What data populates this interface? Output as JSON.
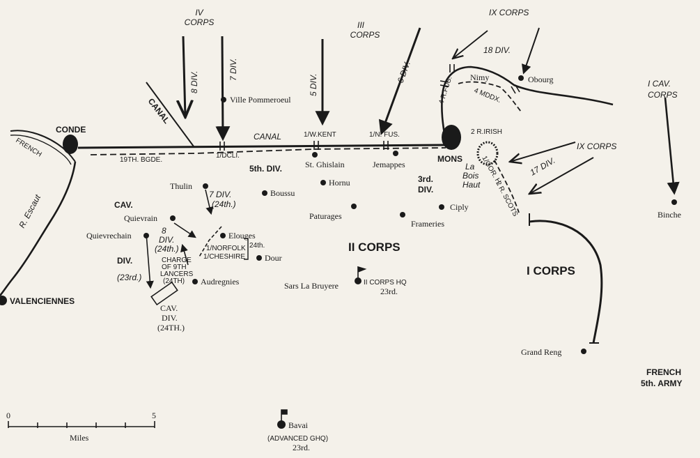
{
  "towns": {
    "conde": "CONDE",
    "valenciennes": "VALENCIENNES",
    "mons": "MONS",
    "obourg": "Obourg",
    "nimy": "Nimy",
    "ville_pommeroeul": "Ville Pommeroeul",
    "st_ghislain": "St. Ghislain",
    "jemappes": "Jemappes",
    "hornu": "Hornu",
    "boussu": "Boussu",
    "thulin": "Thulin",
    "quievrain": "Quievrain",
    "quievrechain": "Quievrechain",
    "elouges": "Elouges",
    "dour": "Dour",
    "audregnies": "Audregnies",
    "paturages": "Paturages",
    "frameries": "Frameries",
    "ciply": "Ciply",
    "sars": "Sars La Bruyere",
    "binche": "Binche",
    "grand_reng": "Grand Reng",
    "bavai": "Bavai"
  },
  "features": {
    "canal_west": "CANAL",
    "canal_main": "CANAL",
    "r_escaut": "R. Escaut",
    "french_border": "FRENCH",
    "bois_la": "La",
    "bois_bois": "Bois",
    "bois_haut": "Haut"
  },
  "formations": {
    "iv_num": "IV",
    "iv_word": "CORPS",
    "iii_num": "III",
    "iii_word": "CORPS",
    "ix_top_a": "IX CORPS",
    "ix_right": "IX CORPS",
    "i_cav_a": "I CAV.",
    "i_cav_b": "CORPS",
    "div8": "8 DIV.",
    "div7": "7 DIV.",
    "div5": "5 DIV.",
    "div6": "6 DIV.",
    "div18": "18 DIV.",
    "div17": "17 DIV.",
    "ii_corps": "II CORPS",
    "i_corps": "I CORPS",
    "fifth_div_a": "5th. DIV.",
    "third_div_a": "3rd.",
    "third_div_b": "DIV.",
    "cav_a": "CAV.",
    "div_left": "DIV.",
    "date_23_left": "(23rd.)",
    "cav_box_a": "CAV.",
    "cav_box_b": "DIV.",
    "cav_box_c": "(24TH.)",
    "div7_24_a": "7 DIV.",
    "div7_24_b": "(24th.)",
    "div8_24_a": "8",
    "div8_24_b": "DIV.",
    "div8_24_c": "(24th.)",
    "charge_a": "CHARGE",
    "charge_b": "OF 9TH",
    "charge_c": "LANCERS",
    "charge_d": "(24TH)",
    "norfolk": "1/NORFOLK",
    "cheshire": "1/CHESHIRE",
    "norfolk_date": "24th.",
    "french_army_a": "FRENCH",
    "french_army_b": "5th. ARMY"
  },
  "units": {
    "bgde19": "19TH. BGDE.",
    "dcli": "1/DCLI.",
    "wkent": "1/W.KENT",
    "nfus": "1/N. FUS.",
    "rfus": "4 R.FUS.",
    "mddx": "4 MDDX.",
    "rirish": "2 R.IRISH",
    "gor": "1/GOR. H.",
    "rscots": "2 R. SCOTS"
  },
  "hq": {
    "ii_corps_hq": "II CORPS HQ",
    "ii_date": "23rd.",
    "advanced_ghq": "(ADVANCED GHQ)",
    "ghq_date": "23rd."
  },
  "scale": {
    "zero": "0",
    "five": "5",
    "label": "Miles"
  }
}
